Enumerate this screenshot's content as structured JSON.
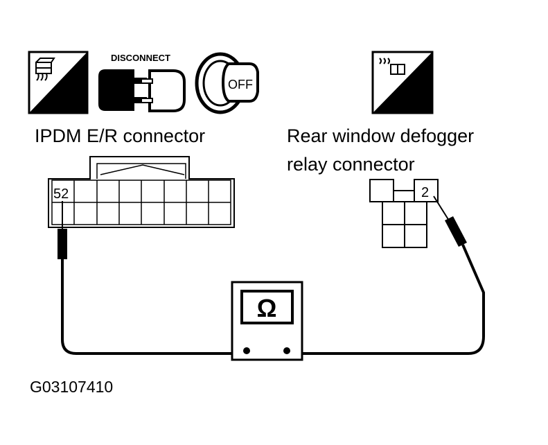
{
  "icons": {
    "hs_badge": {
      "text": "H.S.",
      "icon": "harness-side-icon"
    },
    "disconnect": {
      "text": "DISCONNECT",
      "icon": "connector-disconnect-icon"
    },
    "ignition": {
      "text": "OFF",
      "icon": "ignition-key-off-icon"
    },
    "ts_badge": {
      "text": "T.S.",
      "icon": "terminal-side-icon"
    }
  },
  "connectors": {
    "ipdm": {
      "title": "IPDM E/R connector",
      "terminal": "52"
    },
    "relay": {
      "title_line1": "Rear window defogger",
      "title_line2": "relay connector",
      "terminal": "2"
    }
  },
  "meter": {
    "symbol": "Ω",
    "icon": "ohmmeter-icon"
  },
  "figure_id": "G03107410",
  "colors": {
    "ink": "#000000",
    "paper": "#ffffff"
  }
}
